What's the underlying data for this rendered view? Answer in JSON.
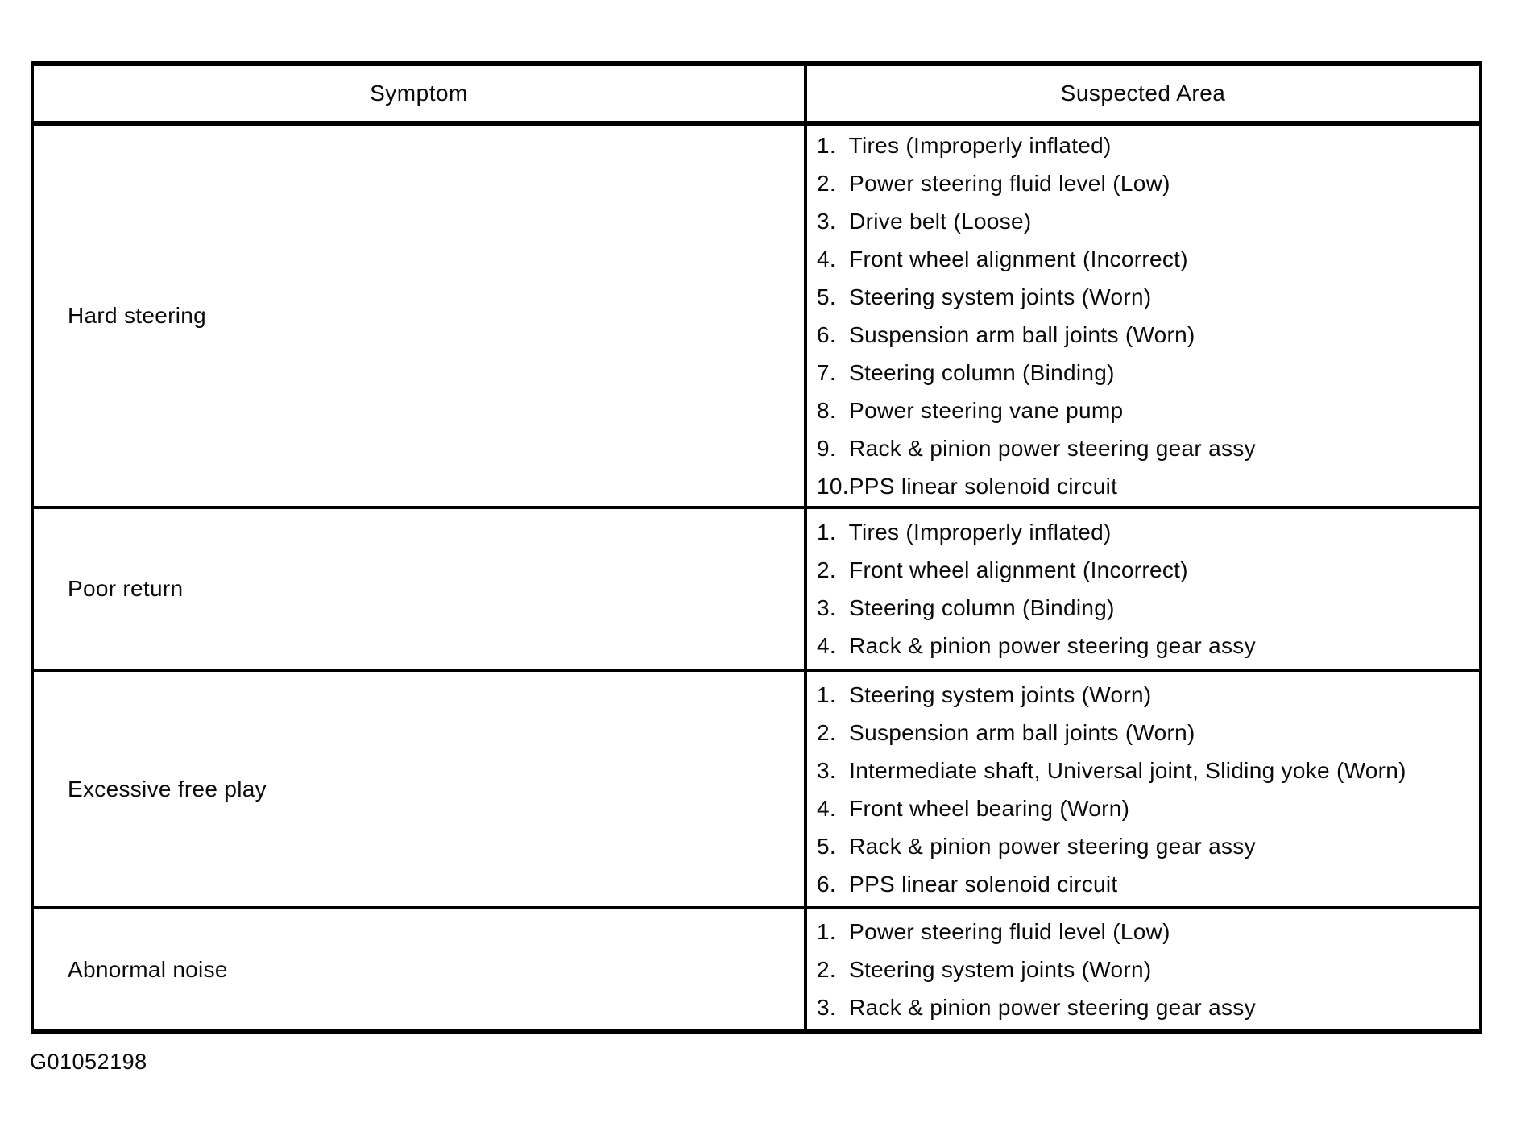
{
  "colors": {
    "paper": "#ffffff",
    "ink": "#0a0a0a",
    "line": "#000000"
  },
  "table": {
    "headers": {
      "symptom": "Symptom",
      "suspected_area": "Suspected Area"
    },
    "rows": [
      {
        "symptom": "Hard steering",
        "items": [
          "1.  Tires (Improperly inflated)",
          "2.  Power steering fluid level (Low)",
          "3.  Drive belt (Loose)",
          "4.  Front wheel alignment (Incorrect)",
          "5.  Steering system joints (Worn)",
          "6.  Suspension arm ball joints (Worn)",
          "7.  Steering column (Binding)",
          "8.  Power steering vane pump",
          "9.  Rack & pinion power steering gear assy",
          "10.PPS linear solenoid circuit"
        ]
      },
      {
        "symptom": "Poor return",
        "items": [
          "1.  Tires (Improperly inflated)",
          "2.  Front wheel alignment (Incorrect)",
          "3.  Steering column (Binding)",
          "4.  Rack & pinion power steering gear assy"
        ]
      },
      {
        "symptom": "Excessive free play",
        "items": [
          "1.  Steering system joints (Worn)",
          "2.  Suspension arm ball joints (Worn)",
          "3.  Intermediate shaft, Universal joint, Sliding yoke (Worn)",
          "4.  Front wheel bearing (Worn)",
          "5.  Rack & pinion power steering gear assy",
          "6.  PPS linear solenoid circuit"
        ]
      },
      {
        "symptom": "Abnormal noise",
        "items": [
          "1.  Power steering fluid level (Low)",
          "2.  Steering system joints (Worn)",
          "3.  Rack & pinion power steering gear assy"
        ]
      }
    ]
  },
  "footer": {
    "figure_code": "G01052198"
  }
}
